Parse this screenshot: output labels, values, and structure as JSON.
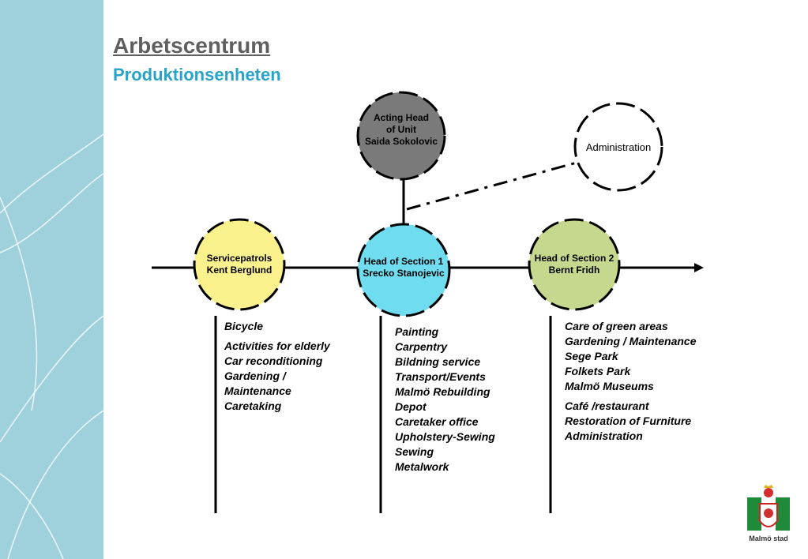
{
  "header": {
    "title": "Arbetscentrum",
    "subtitle": "Produktionsenheten"
  },
  "nodes": {
    "head_unit": {
      "line1": "Acting Head",
      "line2": "of Unit",
      "line3": "Saida Sokolovic",
      "color": "#7a7a7a"
    },
    "administration": {
      "label": "Administration",
      "color": "#ffffff"
    },
    "servicepatrols": {
      "line1": "Servicepatrols",
      "line2": "Kent Berglund",
      "color": "#fbf28e"
    },
    "section1": {
      "line1": "Head of Section 1",
      "line2": "Srecko Stanojevic",
      "color": "#6fdcef"
    },
    "section2": {
      "line1": "Head of Section 2",
      "line2": "Bernt Fridh",
      "color": "#c6d88e"
    }
  },
  "lists": {
    "servicepatrols": [
      "Bicycle",
      "Activities for elderly",
      "Car reconditioning",
      "Gardening /",
      "Maintenance",
      "Caretaking"
    ],
    "section1": [
      "Painting",
      "Carpentry",
      "Bildning service",
      "Transport/Events",
      "Malmö Rebuilding",
      "Depot",
      "Caretaker office",
      "Upholstery-Sewing",
      "Sewing",
      "Metalwork"
    ],
    "section2": [
      "Care of green areas",
      "Gardening / Maintenance",
      "Sege Park",
      "Folkets Park",
      "Malmö Museums",
      "Café /restaurant",
      "Restoration of Furniture",
      "Administration"
    ]
  },
  "logo": {
    "text": "Malmö stad"
  }
}
